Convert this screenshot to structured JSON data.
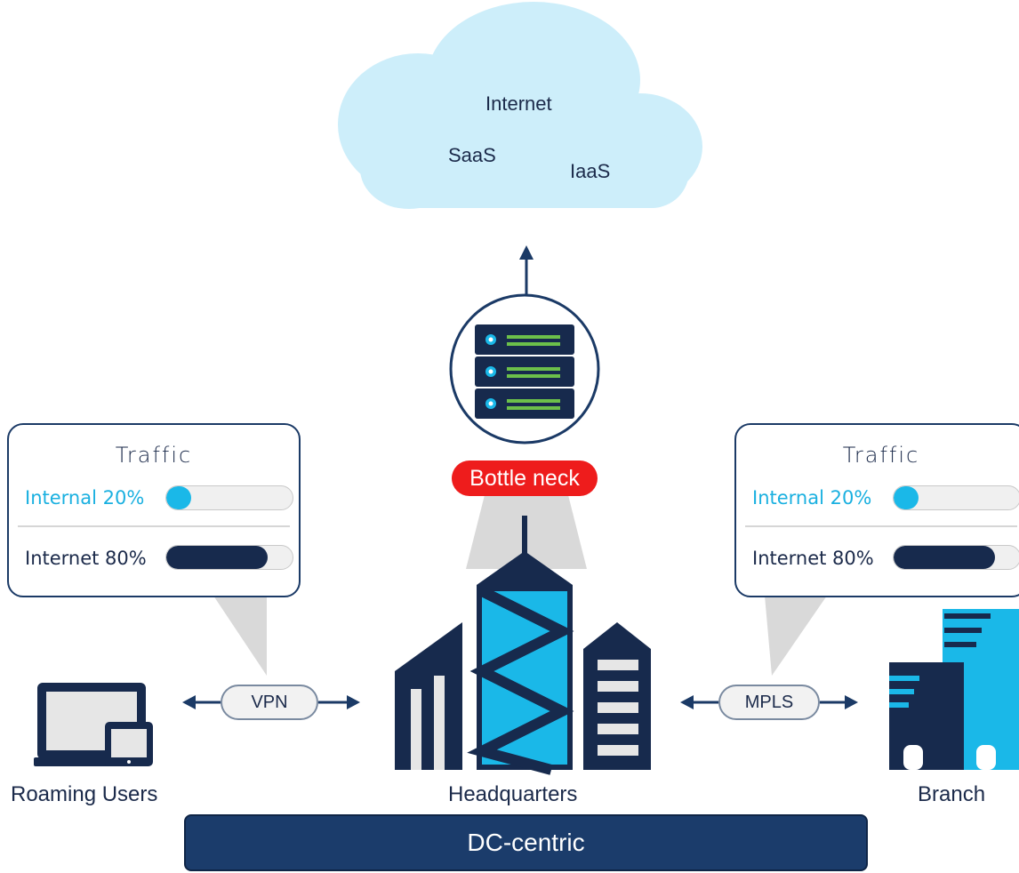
{
  "cloud": {
    "labels": [
      "Internet",
      "SaaS",
      "IaaS"
    ]
  },
  "bottleneck": {
    "label": "Bottle neck"
  },
  "left_panel": {
    "title": "Traffic",
    "internal_label": "Internal 20%",
    "internal_value": 0.2,
    "internet_label": "Internet 80%",
    "internet_value": 0.8
  },
  "right_panel": {
    "title": "Traffic",
    "internal_label": "Internal 20%",
    "internal_value": 0.2,
    "internet_label": "Internet 80%",
    "internet_value": 0.8
  },
  "links": {
    "left": "VPN",
    "right": "MPLS"
  },
  "nodes": {
    "left": "Roaming Users",
    "center": "Headquarters",
    "right": "Branch"
  },
  "footer": {
    "label": "DC-centric"
  },
  "colors": {
    "navy": "#172a4d",
    "cyan": "#1ab8e8",
    "red": "#ee1c1c",
    "cloud": "#cdeefa",
    "green": "#6cc04a"
  }
}
